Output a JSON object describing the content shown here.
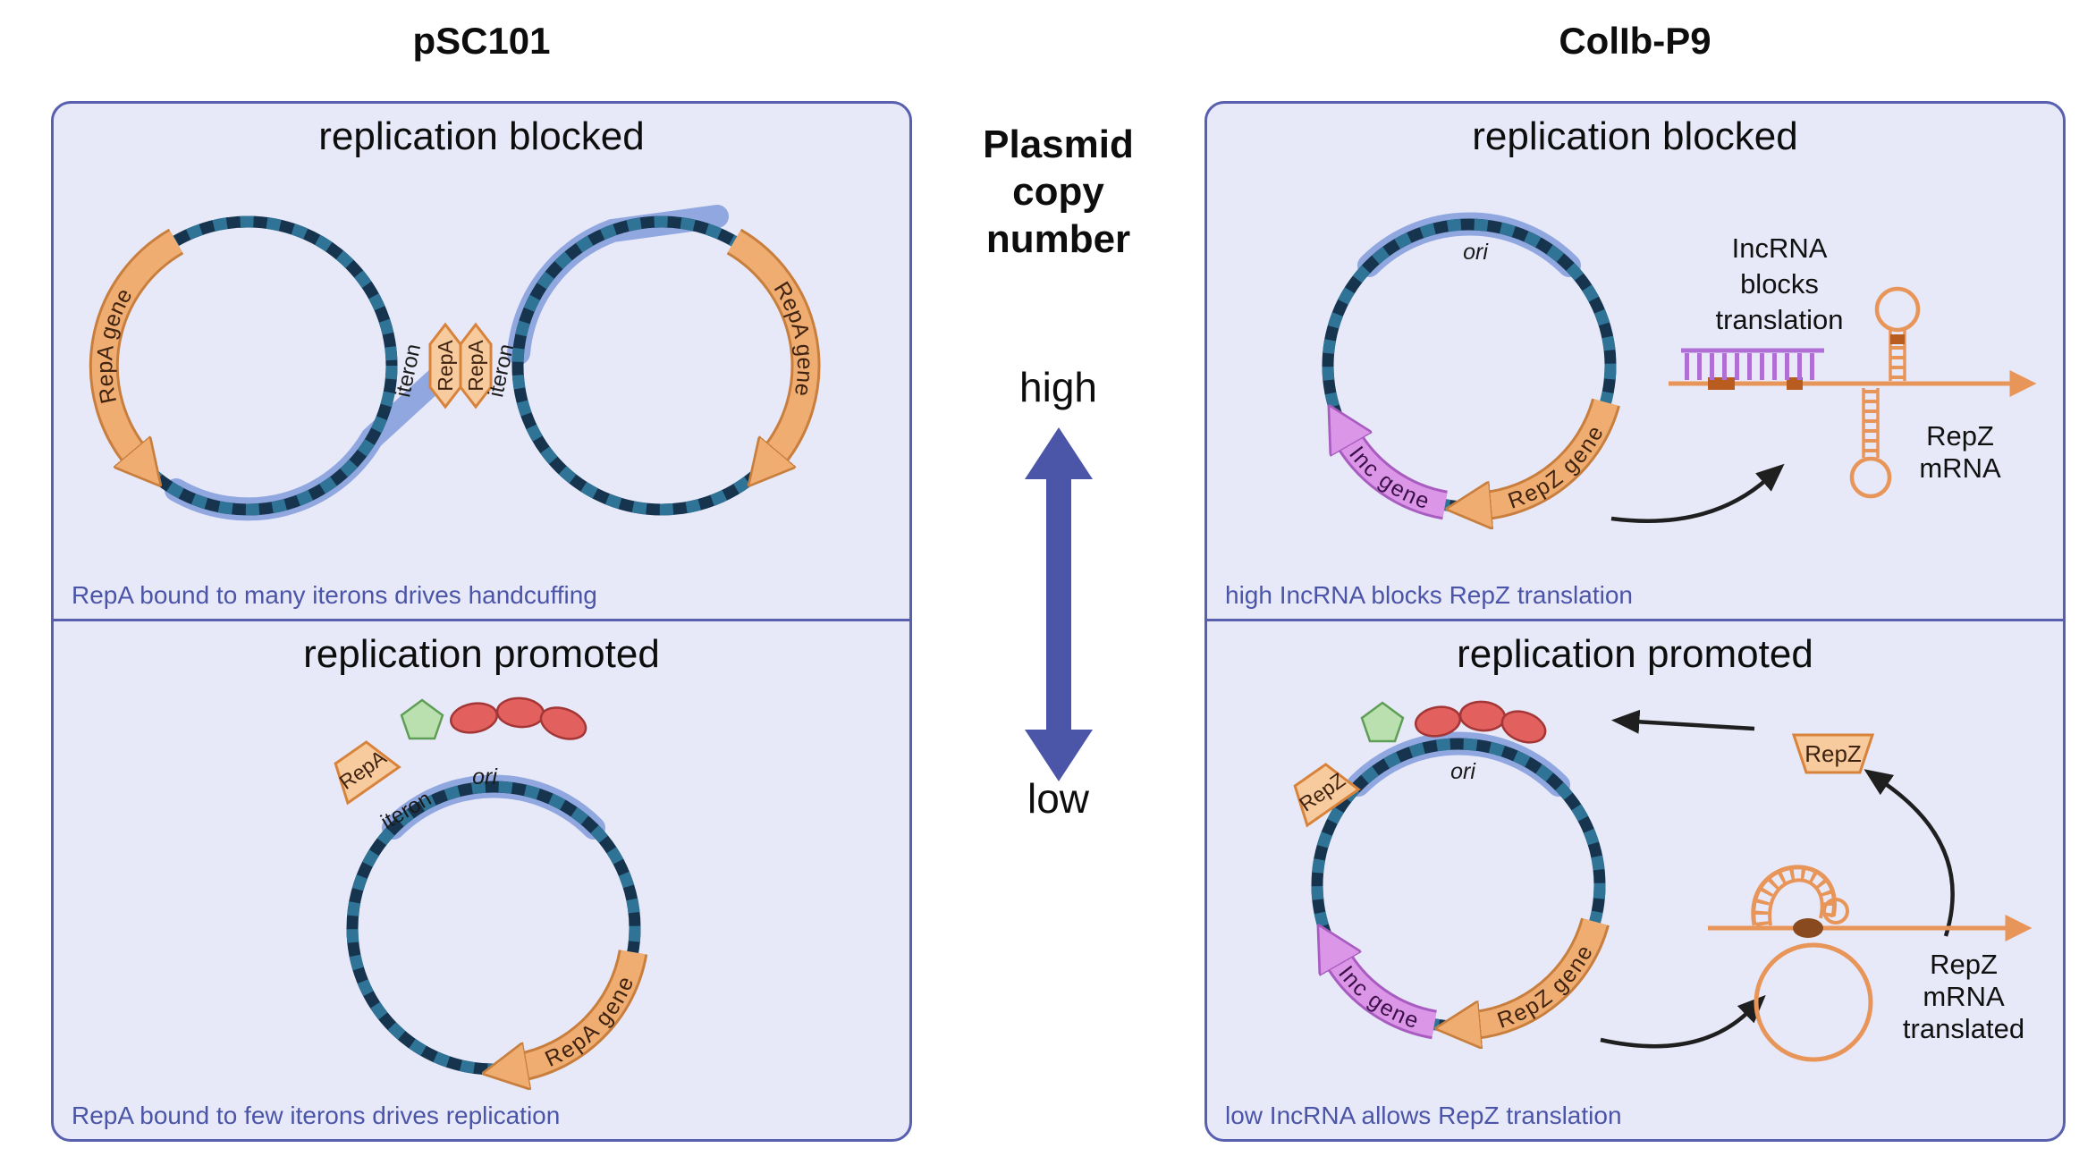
{
  "page": {
    "title_left": "pSC101",
    "title_right": "ColIb-P9"
  },
  "center": {
    "heading_line1": "Plasmid",
    "heading_line2": "copy",
    "heading_line3": "number",
    "high": "high",
    "low": "low"
  },
  "p1": {
    "title": "replication blocked",
    "caption": "RepA bound to many iterons drives handcuffing",
    "repa_gene_left": "RepA gene",
    "repa_gene_right": "RepA gene",
    "iteron_left": "iteron",
    "iteron_right": "iteron",
    "repa_left": "RepA",
    "repa_right": "RepA"
  },
  "p2": {
    "title": "replication promoted",
    "caption": "RepA bound to few iterons drives replication",
    "repa": "RepA",
    "iteron": "iteron",
    "ori": "ori",
    "repa_gene": "RepA gene"
  },
  "p3": {
    "title": "replication blocked",
    "caption": "high IncRNA blocks RepZ translation",
    "ori": "ori",
    "inc_gene": "Inc gene",
    "repz_gene": "RepZ gene",
    "note_line1": "IncRNA",
    "note_line2": "blocks",
    "note_line3": "translation",
    "mrna_line1": "RepZ",
    "mrna_line2": "mRNA"
  },
  "p4": {
    "title": "replication promoted",
    "caption": "low IncRNA allows RepZ translation",
    "ori": "ori",
    "repz": "RepZ",
    "repz_box": "RepZ",
    "inc_gene": "Inc gene",
    "repz_gene": "RepZ gene",
    "mrna_line1": "RepZ",
    "mrna_line2": "mRNA",
    "mrna_line3": "translated"
  },
  "colors": {
    "panel_bg": "#e8e9f8",
    "panel_border": "#575fae",
    "caption_text": "#4b55a8",
    "dna_dark": "#17344f",
    "dna_teal": "#2f7397",
    "gene_orange": "#f0ad72",
    "inc_purple": "#dc96e8",
    "ori_band": "#8ba3de",
    "copy_arrow": "#4c56a8",
    "red_oval": "#e2605e",
    "green_pentagon": "#b9e0ae",
    "rna_orange": "#e8955a",
    "duplex_purple": "#b06fd4"
  }
}
